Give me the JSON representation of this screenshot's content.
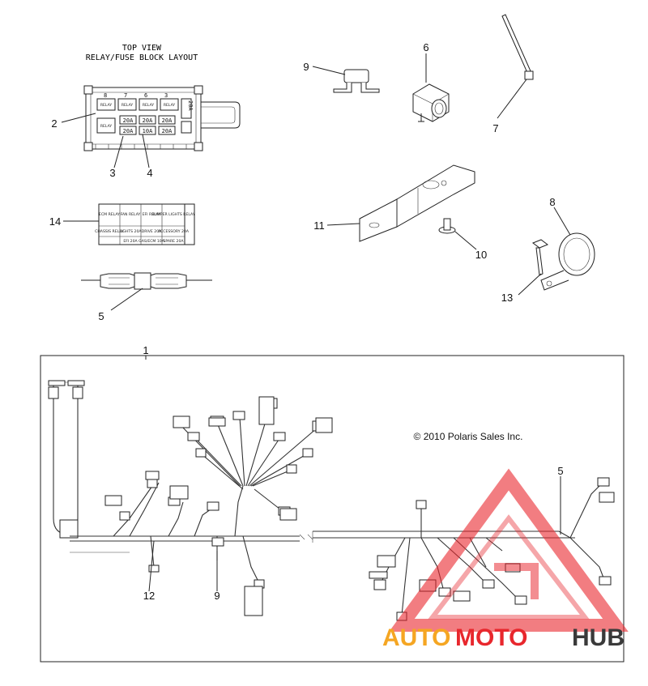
{
  "fuse_block": {
    "title_line1": "TOP VIEW",
    "title_line2": "RELAY/FUSE BLOCK LAYOUT",
    "top_numbers": [
      "8",
      "7",
      "6",
      "3"
    ],
    "relay_label": "RELAY",
    "fuse_row1": [
      "20A",
      "20A",
      "20A"
    ],
    "fuse_row2": [
      "20A",
      "10A",
      "20A"
    ],
    "side_fuse": "20A"
  },
  "decal": {
    "row1": [
      "ECM RELAY",
      "FAN RELAY",
      "EFI RELAY",
      "BUMPER LIGHTS RELAY"
    ],
    "row2": [
      "CHASSIS RELAY",
      "LIGHTS 20A",
      "DRIVE 20A",
      "ACCESSORY 20A"
    ],
    "row3": [
      "",
      "EFI 20A",
      "GAS/ECM 10A",
      "SPARE 20A"
    ]
  },
  "copyright": "© 2010 Polaris Sales Inc.",
  "callouts": {
    "c1": "1",
    "c2": "2",
    "c3": "3",
    "c4": "4",
    "c5a": "5",
    "c5b": "5",
    "c6": "6",
    "c7": "7",
    "c8": "8",
    "c9a": "9",
    "c9b": "9",
    "c10": "10",
    "c11": "11",
    "c12": "12",
    "c13": "13",
    "c14": "14"
  },
  "watermark": {
    "part1": "AUTO",
    "part2": "MOTO",
    "part3": "HUB",
    "colors": {
      "auto": "#f5a623",
      "moto": "#e8272d",
      "hub": "#3a3a3a",
      "triangle": "#e8272d"
    }
  }
}
